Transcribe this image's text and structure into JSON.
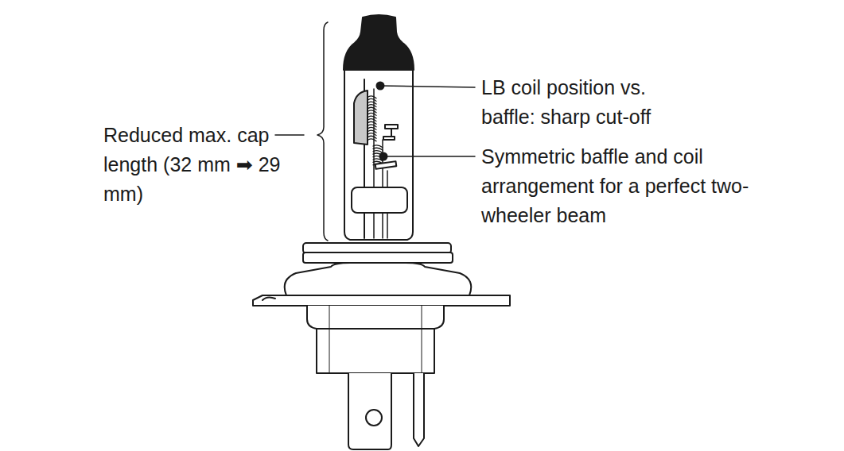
{
  "diagram": {
    "labels": [
      "Reduced max. cap length (32 mm ➡ 29 mm)",
      "LB coil position vs. baffle: sharp cut-off",
      "Symmetric baffle and coil arrangement for a perfect two-wheeler beam"
    ]
  }
}
